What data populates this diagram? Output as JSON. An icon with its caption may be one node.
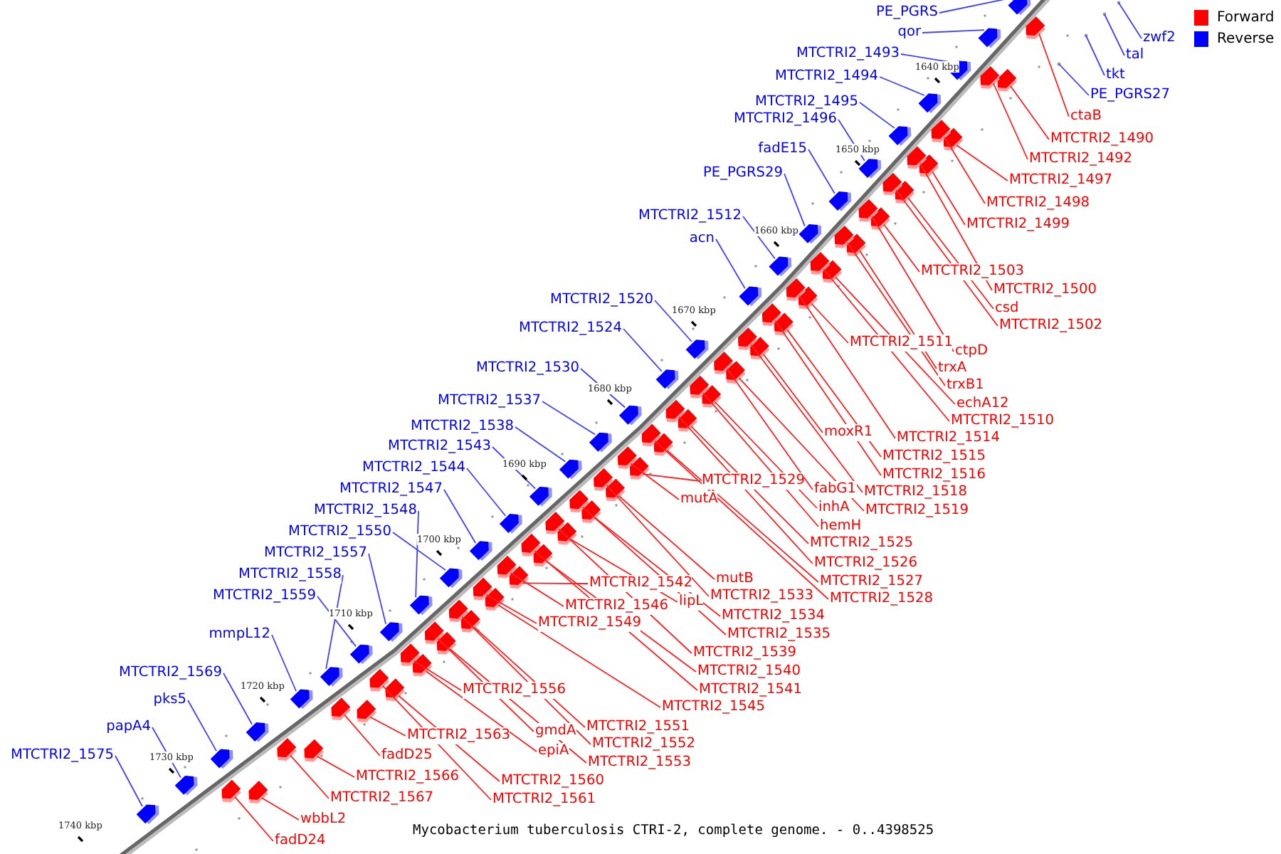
{
  "diagram": {
    "caption": "Mycobacterium tuberculosis CTRI-2, complete genome. - 0..4398525",
    "nodes": [
      {
        "text": [
          "zwf2"
        ]
      },
      {
        "text": [
          "tal"
        ]
      },
      {
        "text": [
          "tkt"
        ]
      },
      {
        "text": [
          "PE_PGRS27"
        ]
      },
      {
        "text": [
          "PE_PGRS"
        ]
      },
      {
        "text": [
          "qor"
        ]
      },
      {
        "text": [
          "MTCTRI2_1493"
        ]
      },
      {
        "text": [
          "MTCTRI2_1494"
        ]
      },
      {
        "text": [
          "MTCTRI2_1495"
        ]
      },
      {
        "text": [
          "MTCTRI2_1496"
        ]
      },
      {
        "text": [
          "fadE15"
        ]
      },
      {
        "text": [
          "PE_PGRS29"
        ]
      },
      {
        "text": [
          "MTCTRI2_1512"
        ]
      },
      {
        "text": [
          "acn"
        ]
      },
      {
        "text": [
          "MTCTRI2_1520"
        ]
      },
      {
        "text": [
          "MTCTRI2_1524"
        ]
      },
      {
        "text": [
          "MTCTRI2_1530"
        ]
      },
      {
        "text": [
          "MTCTRI2_1537"
        ]
      },
      {
        "text": [
          "MTCTRI2_1538"
        ]
      },
      {
        "text": [
          "MTCTRI2_1543"
        ]
      },
      {
        "text": [
          "MTCTRI2_1544"
        ]
      },
      {
        "text": [
          "MTCTRI2_1547"
        ]
      },
      {
        "text": [
          "MTCTRI2_1548"
        ]
      },
      {
        "text": [
          "MTCTRI2_1550"
        ]
      },
      {
        "text": [
          "MTCTRI2_1557"
        ]
      },
      {
        "text": [
          "MTCTRI2_1558"
        ]
      },
      {
        "text": [
          "MTCTRI2_1559"
        ]
      },
      {
        "text": [
          "mmpL12"
        ]
      },
      {
        "text": [
          "MTCTRI2_1569"
        ]
      },
      {
        "text": [
          "pks5"
        ]
      },
      {
        "text": [
          "papA4"
        ]
      },
      {
        "text": [
          "MTCTRI2_1575"
        ]
      },
      {
        "text": [
          "ctaB"
        ]
      },
      {
        "text": [
          "MTCTRI2_1490"
        ]
      },
      {
        "text": [
          "MTCTRI2_1492"
        ]
      },
      {
        "text": [
          "MTCTRI2_1497"
        ]
      },
      {
        "text": [
          "MTCTRI2_1498"
        ]
      },
      {
        "text": [
          "MTCTRI2_1499"
        ]
      },
      {
        "text": [
          "MTCTRI2_1503"
        ]
      },
      {
        "text": [
          "MTCTRI2_1500"
        ]
      },
      {
        "text": [
          "csd"
        ]
      },
      {
        "text": [
          "MTCTRI2_1502"
        ]
      },
      {
        "text": [
          "MTCTRI2_1511"
        ]
      },
      {
        "text": [
          "ctpD"
        ]
      },
      {
        "text": [
          "trxA"
        ]
      },
      {
        "text": [
          "trxB1"
        ]
      },
      {
        "text": [
          "echA12"
        ]
      },
      {
        "text": [
          "MTCTRI2_1510"
        ]
      },
      {
        "text": [
          "moxR1"
        ]
      },
      {
        "text": [
          "MTCTRI2_1514"
        ]
      },
      {
        "text": [
          "MTCTRI2_1515"
        ]
      },
      {
        "text": [
          "MTCTRI2_1516"
        ]
      },
      {
        "text": [
          "MTCTRI2_1529"
        ]
      },
      {
        "text": [
          "fabG1"
        ]
      },
      {
        "text": [
          "MTCTRI2_1518"
        ]
      },
      {
        "text": [
          "mutA"
        ]
      },
      {
        "text": [
          "inhA"
        ]
      },
      {
        "text": [
          "MTCTRI2_1519"
        ]
      },
      {
        "text": [
          "hemH"
        ]
      },
      {
        "text": [
          "MTCTRI2_1525"
        ]
      },
      {
        "text": [
          "MTCTRI2_1526"
        ]
      },
      {
        "text": [
          "mutB"
        ]
      },
      {
        "text": [
          "MTCTRI2_1542"
        ]
      },
      {
        "text": [
          "MTCTRI2_1527"
        ]
      },
      {
        "text": [
          "MTCTRI2_1533"
        ]
      },
      {
        "text": [
          "MTCTRI2_1528"
        ]
      },
      {
        "text": [
          "MTCTRI2_1546"
        ]
      },
      {
        "text": [
          "lipL"
        ]
      },
      {
        "text": [
          "MTCTRI2_1534"
        ]
      },
      {
        "text": [
          "MTCTRI2_1549"
        ]
      },
      {
        "text": [
          "MTCTRI2_1535"
        ]
      },
      {
        "text": [
          "MTCTRI2_1539"
        ]
      },
      {
        "text": [
          "MTCTRI2_1540"
        ]
      },
      {
        "text": [
          "MTCTRI2_1541"
        ]
      },
      {
        "text": [
          "MTCTRI2_1545"
        ]
      },
      {
        "text": [
          "MTCTRI2_1556"
        ]
      },
      {
        "text": [
          "MTCTRI2_1551"
        ]
      },
      {
        "text": [
          "MTCTRI2_1563"
        ]
      },
      {
        "text": [
          "gmdA"
        ]
      },
      {
        "text": [
          "MTCTRI2_1552"
        ]
      },
      {
        "text": [
          "epiA"
        ]
      },
      {
        "text": [
          "fadD25"
        ]
      },
      {
        "text": [
          "MTCTRI2_1553"
        ]
      },
      {
        "text": [
          "MTCTRI2_1566"
        ]
      },
      {
        "text": [
          "MTCTRI2_1560"
        ]
      },
      {
        "text": [
          "MTCTRI2_1567"
        ]
      },
      {
        "text": [
          "MTCTRI2_1561"
        ]
      },
      {
        "text": [
          "wbbL2"
        ]
      },
      {
        "text": [
          "fadD24"
        ]
      },
      {
        "text": [],
        "shape": "pentagon"
      },
      {
        "text": [],
        "shape": "pentagon"
      },
      {
        "text": [],
        "shape": "pentagon"
      },
      {
        "text": [],
        "shape": "pentagon"
      },
      {
        "text": [],
        "shape": "pentagon"
      },
      {
        "text": [],
        "shape": "pentagon"
      },
      {
        "text": [],
        "shape": "pentagon"
      },
      {
        "text": [],
        "shape": "pentagon"
      },
      {
        "text": [],
        "shape": "pentagon"
      },
      {
        "text": [],
        "shape": "pentagon"
      },
      {
        "text": [],
        "shape": "pentagon"
      },
      {
        "text": [],
        "shape": "pentagon"
      },
      {
        "text": [],
        "shape": "pentagon"
      },
      {
        "text": [],
        "shape": "pentagon"
      },
      {
        "text": [],
        "shape": "pentagon"
      },
      {
        "text": [],
        "shape": "pentagon"
      },
      {
        "text": [],
        "shape": "pentagon"
      },
      {
        "text": [],
        "shape": "pentagon"
      },
      {
        "text": [],
        "shape": "pentagon"
      },
      {
        "text": [],
        "shape": "pentagon"
      },
      {
        "text": [],
        "shape": "pentagon"
      },
      {
        "text": [],
        "shape": "pentagon"
      },
      {
        "text": [],
        "shape": "pentagon"
      },
      {
        "text": [],
        "shape": "pentagon"
      },
      {
        "text": [],
        "shape": "pentagon"
      },
      {
        "text": [],
        "shape": "pentagon"
      },
      {
        "text": [],
        "shape": "pentagon"
      },
      {
        "text": [],
        "shape": "pentagon"
      },
      {
        "text": [],
        "shape": "pentagon"
      },
      {
        "text": [],
        "shape": "pentagon"
      },
      {
        "text": [],
        "shape": "pentagon"
      },
      {
        "text": [],
        "shape": "pentagon"
      },
      {
        "text": [],
        "shape": "pentagon"
      },
      {
        "text": [],
        "shape": "pentagon"
      },
      {
        "text": [],
        "shape": "pentagon"
      },
      {
        "text": [],
        "shape": "pentagon"
      },
      {
        "text": [],
        "shape": "pentagon"
      },
      {
        "text": [],
        "shape": "pentagon"
      },
      {
        "text": [],
        "shape": "pentagon"
      },
      {
        "text": [],
        "shape": "pentagon"
      },
      {
        "text": [],
        "shape": "pentagon"
      },
      {
        "text": [],
        "shape": "pentagon"
      },
      {
        "text": [],
        "shape": "pentagon"
      },
      {
        "text": [],
        "shape": "pentagon"
      },
      {
        "text": [],
        "shape": "pentagon"
      },
      {
        "text": [],
        "shape": "pentagon"
      },
      {
        "text": [],
        "shape": "pentagon"
      },
      {
        "text": [],
        "shape": "pentagon"
      },
      {
        "text": [],
        "shape": "pentagon"
      },
      {
        "text": [],
        "shape": "pentagon"
      },
      {
        "text": [],
        "shape": "pentagon"
      },
      {
        "text": [],
        "shape": "pentagon"
      },
      {
        "text": [],
        "shape": "pentagon"
      },
      {
        "text": [],
        "shape": "pentagon"
      },
      {
        "text": [],
        "shape": "pentagon"
      },
      {
        "text": [],
        "shape": "pentagon"
      },
      {
        "text": [],
        "shape": "pentagon"
      },
      {
        "text": [],
        "shape": "pentagon"
      },
      {
        "text": [],
        "shape": "pentagon"
      },
      {
        "text": [],
        "shape": "pentagon"
      },
      {
        "text": [],
        "shape": "pentagon"
      },
      {
        "text": [],
        "shape": "pentagon"
      },
      {
        "text": [],
        "shape": "pentagon"
      },
      {
        "text": [],
        "shape": "pentagon"
      },
      {
        "text": [],
        "shape": "pentagon"
      },
      {
        "text": [],
        "shape": "pentagon"
      },
      {
        "text": [],
        "shape": "pentagon"
      },
      {
        "text": [],
        "shape": "pentagon"
      },
      {
        "text": [],
        "shape": "pentagon"
      },
      {
        "text": [],
        "shape": "pentagon"
      },
      {
        "text": [],
        "shape": "pentagon"
      },
      {
        "text": [],
        "shape": "pentagon"
      },
      {
        "text": [],
        "shape": "pentagon"
      },
      {
        "text": [],
        "shape": "pentagon"
      },
      {
        "text": [],
        "shape": "pentagon"
      },
      {
        "text": [],
        "shape": "pentagon"
      },
      {
        "text": [],
        "shape": "pentagon"
      },
      {
        "text": [],
        "shape": "pentagon"
      },
      {
        "text": [],
        "shape": "pentagon"
      },
      {
        "text": [],
        "shape": "pentagon"
      },
      {
        "text": [],
        "shape": "pentagon"
      },
      {
        "text": [],
        "shape": "pentagon"
      },
      {
        "text": [],
        "shape": "pentagon"
      },
      {
        "text": [],
        "shape": "pentagon"
      },
      {
        "text": [],
        "shape": "pentagon"
      }
    ],
    "edges": [
      {
        "from": 0,
        "to": null,
        "arrow": "none",
        "color": "#4040ff"
      },
      {
        "from": 1,
        "to": null,
        "arrow": "none",
        "color": "#4040ff"
      },
      {
        "from": 2,
        "to": null,
        "arrow": "none",
        "color": "#4040ff"
      },
      {
        "from": 3,
        "to": null,
        "arrow": "none",
        "color": "#4040ff"
      },
      {
        "from": 4,
        "to": 89,
        "arrow": "none",
        "color": "#4040ff"
      },
      {
        "from": 5,
        "to": 90,
        "arrow": "none",
        "color": "#4040ff"
      },
      {
        "from": 6,
        "to": 91,
        "arrow": "none",
        "color": "#4040ff"
      },
      {
        "from": 7,
        "to": 92,
        "arrow": "none",
        "color": "#4040ff"
      },
      {
        "from": 8,
        "to": 93,
        "arrow": "none",
        "color": "#4040ff"
      },
      {
        "from": 9,
        "to": 94,
        "arrow": "none",
        "color": "#4040ff"
      },
      {
        "from": 10,
        "to": 95,
        "arrow": "none",
        "color": "#4040ff"
      },
      {
        "from": 11,
        "to": 96,
        "arrow": "none",
        "color": "#4040ff"
      },
      {
        "from": 12,
        "to": 97,
        "arrow": "none",
        "color": "#4040ff"
      },
      {
        "from": 13,
        "to": 98,
        "arrow": "none",
        "color": "#4040ff"
      },
      {
        "from": 14,
        "to": 99,
        "arrow": "none",
        "color": "#4040ff"
      },
      {
        "from": 15,
        "to": 100,
        "arrow": "none",
        "color": "#4040ff"
      },
      {
        "from": 16,
        "to": 101,
        "arrow": "none",
        "color": "#4040ff"
      },
      {
        "from": 17,
        "to": 102,
        "arrow": "none",
        "color": "#4040ff"
      },
      {
        "from": 18,
        "to": 103,
        "arrow": "none",
        "color": "#4040ff"
      },
      {
        "from": 19,
        "to": 104,
        "arrow": "none",
        "color": "#4040ff"
      },
      {
        "from": 20,
        "to": 105,
        "arrow": "none",
        "color": "#4040ff"
      },
      {
        "from": 21,
        "to": 106,
        "arrow": "none",
        "color": "#4040ff"
      },
      {
        "from": 22,
        "to": 107,
        "arrow": "none",
        "color": "#4040ff"
      },
      {
        "from": 23,
        "to": 108,
        "arrow": "none",
        "color": "#4040ff"
      },
      {
        "from": 24,
        "to": 109,
        "arrow": "none",
        "color": "#4040ff"
      },
      {
        "from": 25,
        "to": 110,
        "arrow": "none",
        "color": "#4040ff"
      },
      {
        "from": 26,
        "to": 111,
        "arrow": "none",
        "color": "#4040ff"
      },
      {
        "from": 27,
        "to": 112,
        "arrow": "none",
        "color": "#4040ff"
      },
      {
        "from": 28,
        "to": 113,
        "arrow": "none",
        "color": "#4040ff"
      },
      {
        "from": 29,
        "to": 114,
        "arrow": "none",
        "color": "#4040ff"
      },
      {
        "from": 30,
        "to": 115,
        "arrow": "none",
        "color": "#4040ff"
      },
      {
        "from": 31,
        "to": 116,
        "arrow": "none",
        "color": "#4040ff"
      },
      {
        "from": 32,
        "to": 117,
        "arrow": "none"
      },
      {
        "from": 33,
        "to": 118,
        "arrow": "none"
      },
      {
        "from": 34,
        "to": 119,
        "arrow": "none"
      },
      {
        "from": 35,
        "to": 120,
        "arrow": "none"
      },
      {
        "from": 36,
        "to": 121,
        "arrow": "none"
      },
      {
        "from": 37,
        "to": 122,
        "arrow": "none"
      },
      {
        "from": 38,
        "to": 123,
        "arrow": "none"
      },
      {
        "from": 39,
        "to": 124,
        "arrow": "none"
      },
      {
        "from": 40,
        "to": 125,
        "arrow": "none"
      },
      {
        "from": 41,
        "to": 126,
        "arrow": "none"
      },
      {
        "from": 42,
        "to": 127,
        "arrow": "none"
      },
      {
        "from": 43,
        "to": 128,
        "arrow": "none"
      },
      {
        "from": 44,
        "to": 129,
        "arrow": "none"
      },
      {
        "from": 45,
        "to": 130,
        "arrow": "none"
      },
      {
        "from": 46,
        "to": 131,
        "arrow": "none"
      },
      {
        "from": 47,
        "to": 132,
        "arrow": "none"
      },
      {
        "from": 48,
        "to": 133,
        "arrow": "none"
      },
      {
        "from": 49,
        "to": 134,
        "arrow": "none"
      },
      {
        "from": 50,
        "to": 135,
        "arrow": "none"
      },
      {
        "from": 51,
        "to": 136,
        "arrow": "none"
      },
      {
        "from": 52,
        "to": 137,
        "arrow": "none"
      },
      {
        "from": 53,
        "to": 138,
        "arrow": "none"
      },
      {
        "from": 54,
        "to": 139,
        "arrow": "none"
      },
      {
        "from": 55,
        "to": 140,
        "arrow": "none"
      },
      {
        "from": 56,
        "to": 141,
        "arrow": "none"
      },
      {
        "from": 57,
        "to": 142,
        "arrow": "none"
      },
      {
        "from": 58,
        "to": 143,
        "arrow": "none"
      },
      {
        "from": 59,
        "to": 144,
        "arrow": "none"
      },
      {
        "from": 60,
        "to": 145,
        "arrow": "none"
      },
      {
        "from": 61,
        "to": 146,
        "arrow": "none"
      },
      {
        "from": 62,
        "to": 147,
        "arrow": "none"
      },
      {
        "from": 63,
        "to": 148,
        "arrow": "none"
      },
      {
        "from": 64,
        "to": 149,
        "arrow": "none"
      },
      {
        "from": 65,
        "to": 150,
        "arrow": "none"
      },
      {
        "from": 66,
        "to": 151,
        "arrow": "none"
      },
      {
        "from": 67,
        "to": 152,
        "arrow": "none"
      },
      {
        "from": 68,
        "to": 153,
        "arrow": "none"
      },
      {
        "from": 69,
        "to": 154,
        "arrow": "none"
      },
      {
        "from": 70,
        "to": 155,
        "arrow": "none"
      },
      {
        "from": 71,
        "to": 156,
        "arrow": "none"
      },
      {
        "from": 72,
        "to": 157,
        "arrow": "none"
      },
      {
        "from": 73,
        "to": 158,
        "arrow": "none"
      },
      {
        "from": 74,
        "to": 159,
        "arrow": "none"
      },
      {
        "from": 75,
        "to": 160,
        "arrow": "none"
      },
      {
        "from": 76,
        "to": 161,
        "arrow": "none"
      },
      {
        "from": 77,
        "to": 162,
        "arrow": "none"
      },
      {
        "from": 78,
        "to": 163,
        "arrow": "none"
      },
      {
        "from": 79,
        "to": 164,
        "arrow": "none"
      },
      {
        "from": 80,
        "to": 165,
        "arrow": "none"
      },
      {
        "from": 81,
        "to": 166,
        "arrow": "none"
      },
      {
        "from": 82,
        "to": 167,
        "arrow": "none"
      },
      {
        "from": 83,
        "to": 168,
        "arrow": "none"
      },
      {
        "from": 84,
        "to": 169,
        "arrow": "none"
      },
      {
        "from": 85,
        "to": 170,
        "arrow": "none"
      },
      {
        "from": 86,
        "to": 171,
        "arrow": "none"
      },
      {
        "from": 87,
        "to": 172,
        "arrow": "none"
      },
      {
        "from": 88,
        "to": 173,
        "arrow": "none"
      }
    ],
    "labels": [
      "1640 kbp",
      "1650 kbp",
      "1660 kbp",
      "1670 kbp",
      "1680 kbp",
      "1690 kbp",
      "1700 kbp",
      "1710 kbp",
      "1720 kbp",
      "1730 kbp",
      "1740 kbp"
    ],
    "legend": [
      {
        "text": "Forward",
        "color": "#ff0000"
      },
      {
        "text": "Reverse",
        "color": "#0000ff"
      }
    ]
  }
}
